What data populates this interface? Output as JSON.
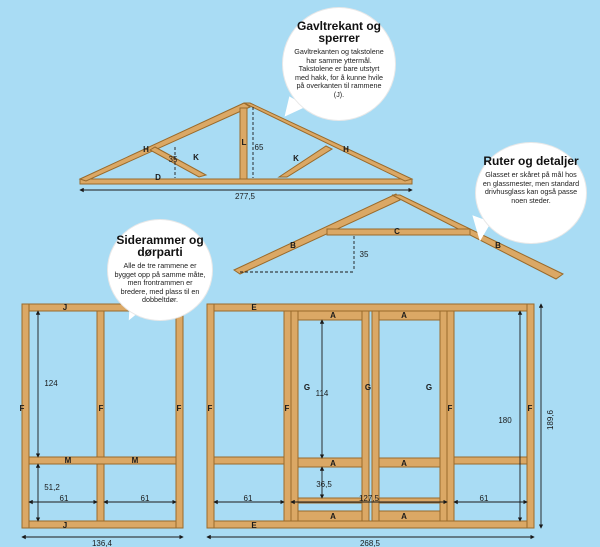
{
  "bubbles": {
    "gable": {
      "title": "Gavltrekant og sperrer",
      "body": "Gavltrekanten og takstolene har samme yttermål. Takstolene er bare utstyrt med hakk, for å kunne hvile på overkanten til rammene (J)."
    },
    "panes": {
      "title": "Ruter og detaljer",
      "body": "Glasset er skåret på mål hos en glassmester, men standard drivhusglass kan også passe noen steder."
    },
    "frames": {
      "title": "Siderammer og dørparti",
      "body": "Alle de tre rammene er bygget opp på samme måte, men frontrammen er bredere, med plass til en dobbeltdør."
    }
  },
  "labels": {
    "gable": {
      "h_left": "H",
      "h_right": "H",
      "k_left": "K",
      "k_right": "K",
      "l": "L",
      "d": "D",
      "h35": "35",
      "h65": "65",
      "w": "277,5"
    },
    "rafter": {
      "b_left": "B",
      "b_right": "B",
      "c": "C",
      "h35": "35"
    },
    "side": {
      "j_top": "J",
      "j_bot": "J",
      "f1": "F",
      "f2": "F",
      "f3": "F",
      "m1": "M",
      "m2": "M",
      "h124": "124",
      "h512": "51,2",
      "w61a": "61",
      "w61b": "61",
      "w": "136,4"
    },
    "front": {
      "e_top": "E",
      "e_bot": "E",
      "f1": "F",
      "f2": "F",
      "f3": "F",
      "f4": "F",
      "a1": "A",
      "a2": "A",
      "a3": "A",
      "a4": "A",
      "a5": "A",
      "a6": "A",
      "g1": "G",
      "g2": "G",
      "g3": "G",
      "h114": "114",
      "h365": "36,5",
      "h180": "180",
      "h1896": "189,6",
      "w61a": "61",
      "w1275": "127,5",
      "w61b": "61",
      "w": "268,5"
    }
  },
  "colors": {
    "sky": "#a9dcf4",
    "wood": "#dba865",
    "wood_edge": "#9a6a2a",
    "ink": "#1a1a1a",
    "bubble": "#ffffff"
  }
}
